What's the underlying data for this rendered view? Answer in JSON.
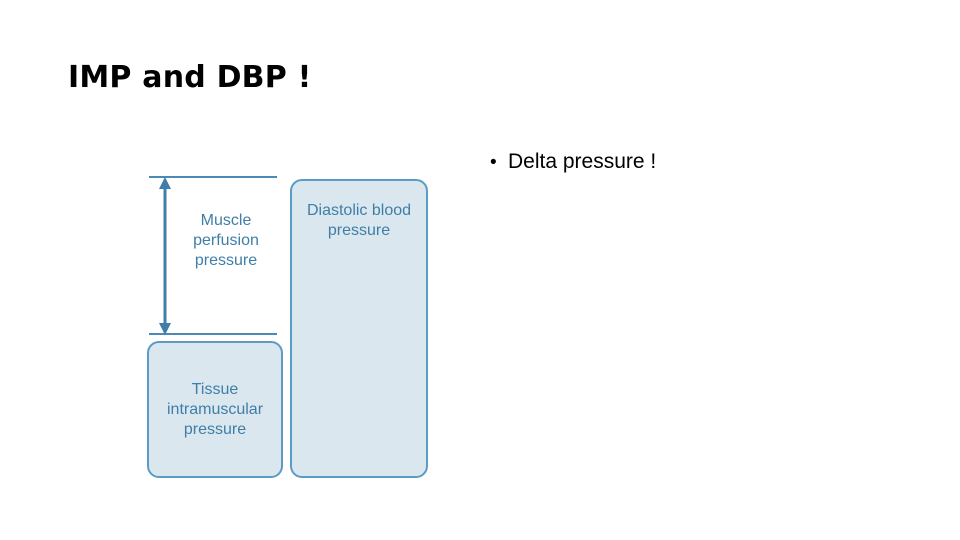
{
  "slide": {
    "title": "IMP and DBP !",
    "background_color": "#FFFFFF"
  },
  "body": {
    "bullets": [
      {
        "marker": "•",
        "text": "Delta pressure !"
      }
    ]
  },
  "diagram": {
    "name": "muscle-perfusion-pressure-diagram",
    "colors": {
      "box_fill": "#DAE7EE",
      "box_border": "#5B9BC4",
      "text": "#3F7EA8",
      "rule": "#4A89B8",
      "arrow": "#3F7EA8"
    },
    "rules": [
      {
        "id": "rule-top",
        "label": "top-reference-line"
      },
      {
        "id": "rule-middle",
        "label": "middle-reference-line"
      }
    ],
    "arrow": {
      "label": "muscle-perfusion-pressure-arrow",
      "style": "double-headed-vertical"
    },
    "labels": {
      "muscle_perfusion_pressure": "Muscle perfusion pressure",
      "tissue_intramuscular_pressure": "Tissue intramuscular pressure",
      "diastolic_blood_pressure": "Diastolic blood pressure"
    }
  }
}
